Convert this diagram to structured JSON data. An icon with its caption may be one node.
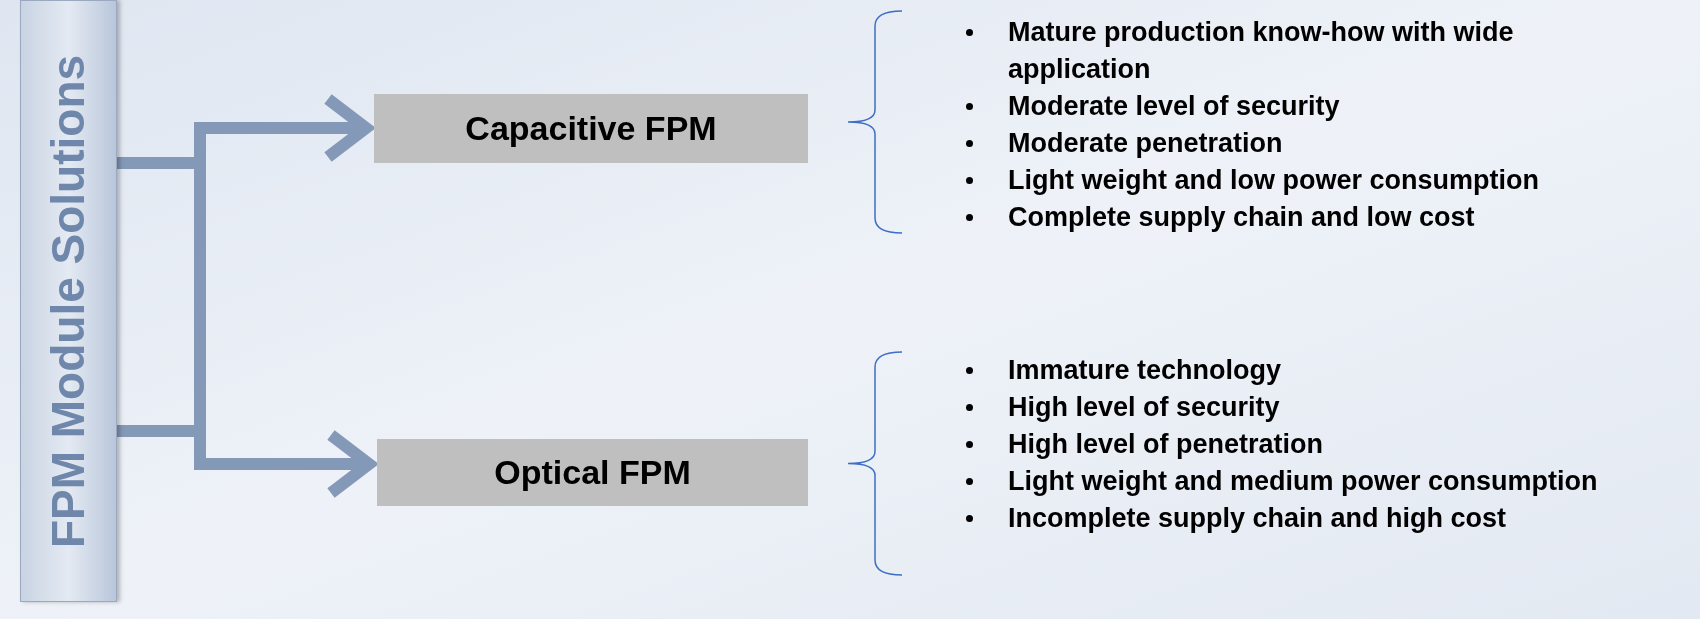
{
  "diagram": {
    "nodes": [
      {
        "text": [
          "FPM Module Solutions"
        ]
      },
      {
        "text": [
          "Capacitive FPM"
        ],
        "beside": [
          "Mature production know-how with wide application",
          "Moderate level of security",
          "Moderate penetration",
          "Light weight and low power consumption",
          "Complete supply chain and low cost"
        ]
      },
      {
        "text": [
          "Optical FPM"
        ],
        "beside": [
          "Immature technology",
          "High level of security",
          "High level of penetration",
          "Light weight and medium power consumption",
          "Incomplete supply chain and high cost"
        ]
      }
    ],
    "edges": [
      {
        "from": 0,
        "to": 1,
        "arrow": "to"
      },
      {
        "from": 0,
        "to": 2,
        "arrow": "to"
      }
    ]
  }
}
